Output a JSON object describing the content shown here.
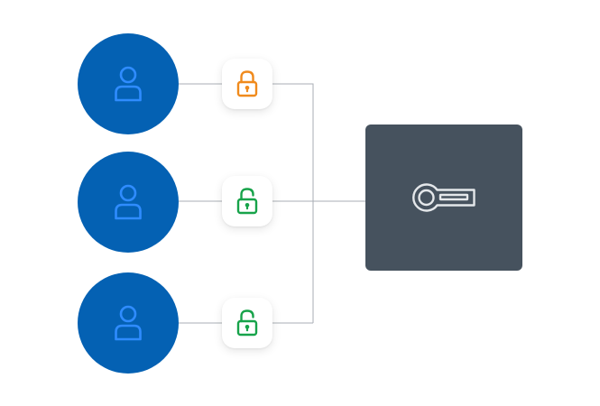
{
  "colors": {
    "background": "#ffffff",
    "user_circle": "#0461B3",
    "user_icon": "#2F8CFF",
    "lock_card_bg": "#ffffff",
    "lock_locked": "#F08A1C",
    "lock_unlocked": "#17A34A",
    "key_vault_bg": "#46525E",
    "key_icon": "#E4E7EA",
    "connector_line": "#A8AEB4"
  },
  "users": [
    {
      "icon": "user-icon",
      "lock": {
        "icon": "padlock-locked-icon",
        "state": "locked"
      }
    },
    {
      "icon": "user-icon",
      "lock": {
        "icon": "padlock-unlocked-icon",
        "state": "unlocked"
      }
    },
    {
      "icon": "user-icon",
      "lock": {
        "icon": "padlock-unlocked-icon",
        "state": "unlocked"
      }
    }
  ],
  "key_vault": {
    "icon": "key-icon"
  }
}
